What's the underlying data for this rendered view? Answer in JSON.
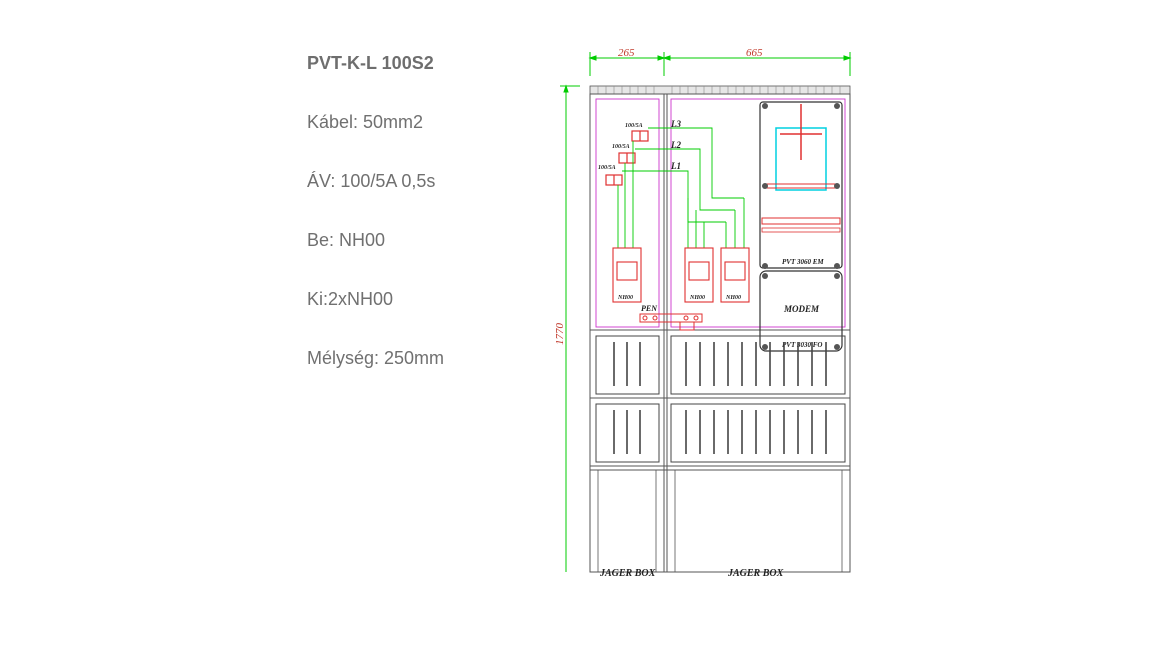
{
  "specs": {
    "title": "PVT-K-L 100S2",
    "lines": [
      "Kábel: 50mm2",
      "ÁV: 100/5A 0,5s",
      "Be: NH00",
      "Ki:2xNH00",
      "Mélység: 250mm"
    ]
  },
  "drawing": {
    "dim_left_width": "265",
    "dim_right_width": "665",
    "dim_height": "1770",
    "ct_labels": [
      "100/5A",
      "100/5A",
      "100/5A"
    ],
    "phase_labels": [
      "L3",
      "L2",
      "L1"
    ],
    "fuse_labels": [
      "NH00",
      "NH00",
      "NH00"
    ],
    "pen_label": "PEN",
    "box_labels": [
      "PVT 3060 EM",
      "MODEM",
      "PVT 3030 FO"
    ],
    "footer_labels": [
      "JAGER BOX",
      "JAGER BOX"
    ],
    "colors": {
      "dimension": "#00cc00",
      "wire": "#00cc00",
      "accent": "#e03030",
      "meter": "#00d0e0",
      "frame": "#555555",
      "panel": "#cc33cc"
    }
  }
}
